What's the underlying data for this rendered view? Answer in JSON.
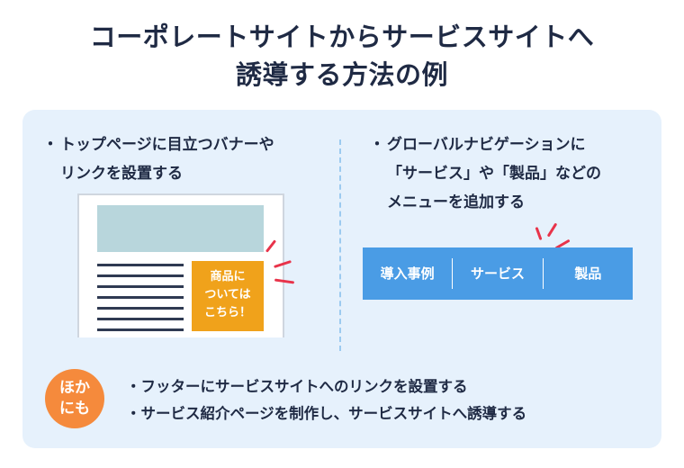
{
  "title": {
    "line1": "コーポレートサイトからサービスサイトへ",
    "line2": "誘導する方法の例"
  },
  "left": {
    "bullet": "・",
    "line1": "トップページに目立つバナーや",
    "line2": "リンクを設置する",
    "banner": {
      "line1": "商品に",
      "line2": "ついては",
      "line3": "こちら！"
    }
  },
  "right": {
    "bullet": "・",
    "line1": "グローバルナビゲーションに",
    "line2": "「サービス」や「製品」などの",
    "line3": "メニューを追加する",
    "nav_items": [
      "導入事例",
      "サービス",
      "製品"
    ]
  },
  "other": {
    "badge_line1": "ほか",
    "badge_line2": "にも",
    "items": [
      "・フッターにサービスサイトへのリンクを設置する",
      "・サービス紹介ページを制作し、サービスサイトへ誘導する"
    ]
  },
  "colors": {
    "panel": "#e6f1fc",
    "nav": "#4a9ce5",
    "banner": "#f0a21b",
    "badge": "#f58a3c",
    "accent": "#e8334a"
  }
}
